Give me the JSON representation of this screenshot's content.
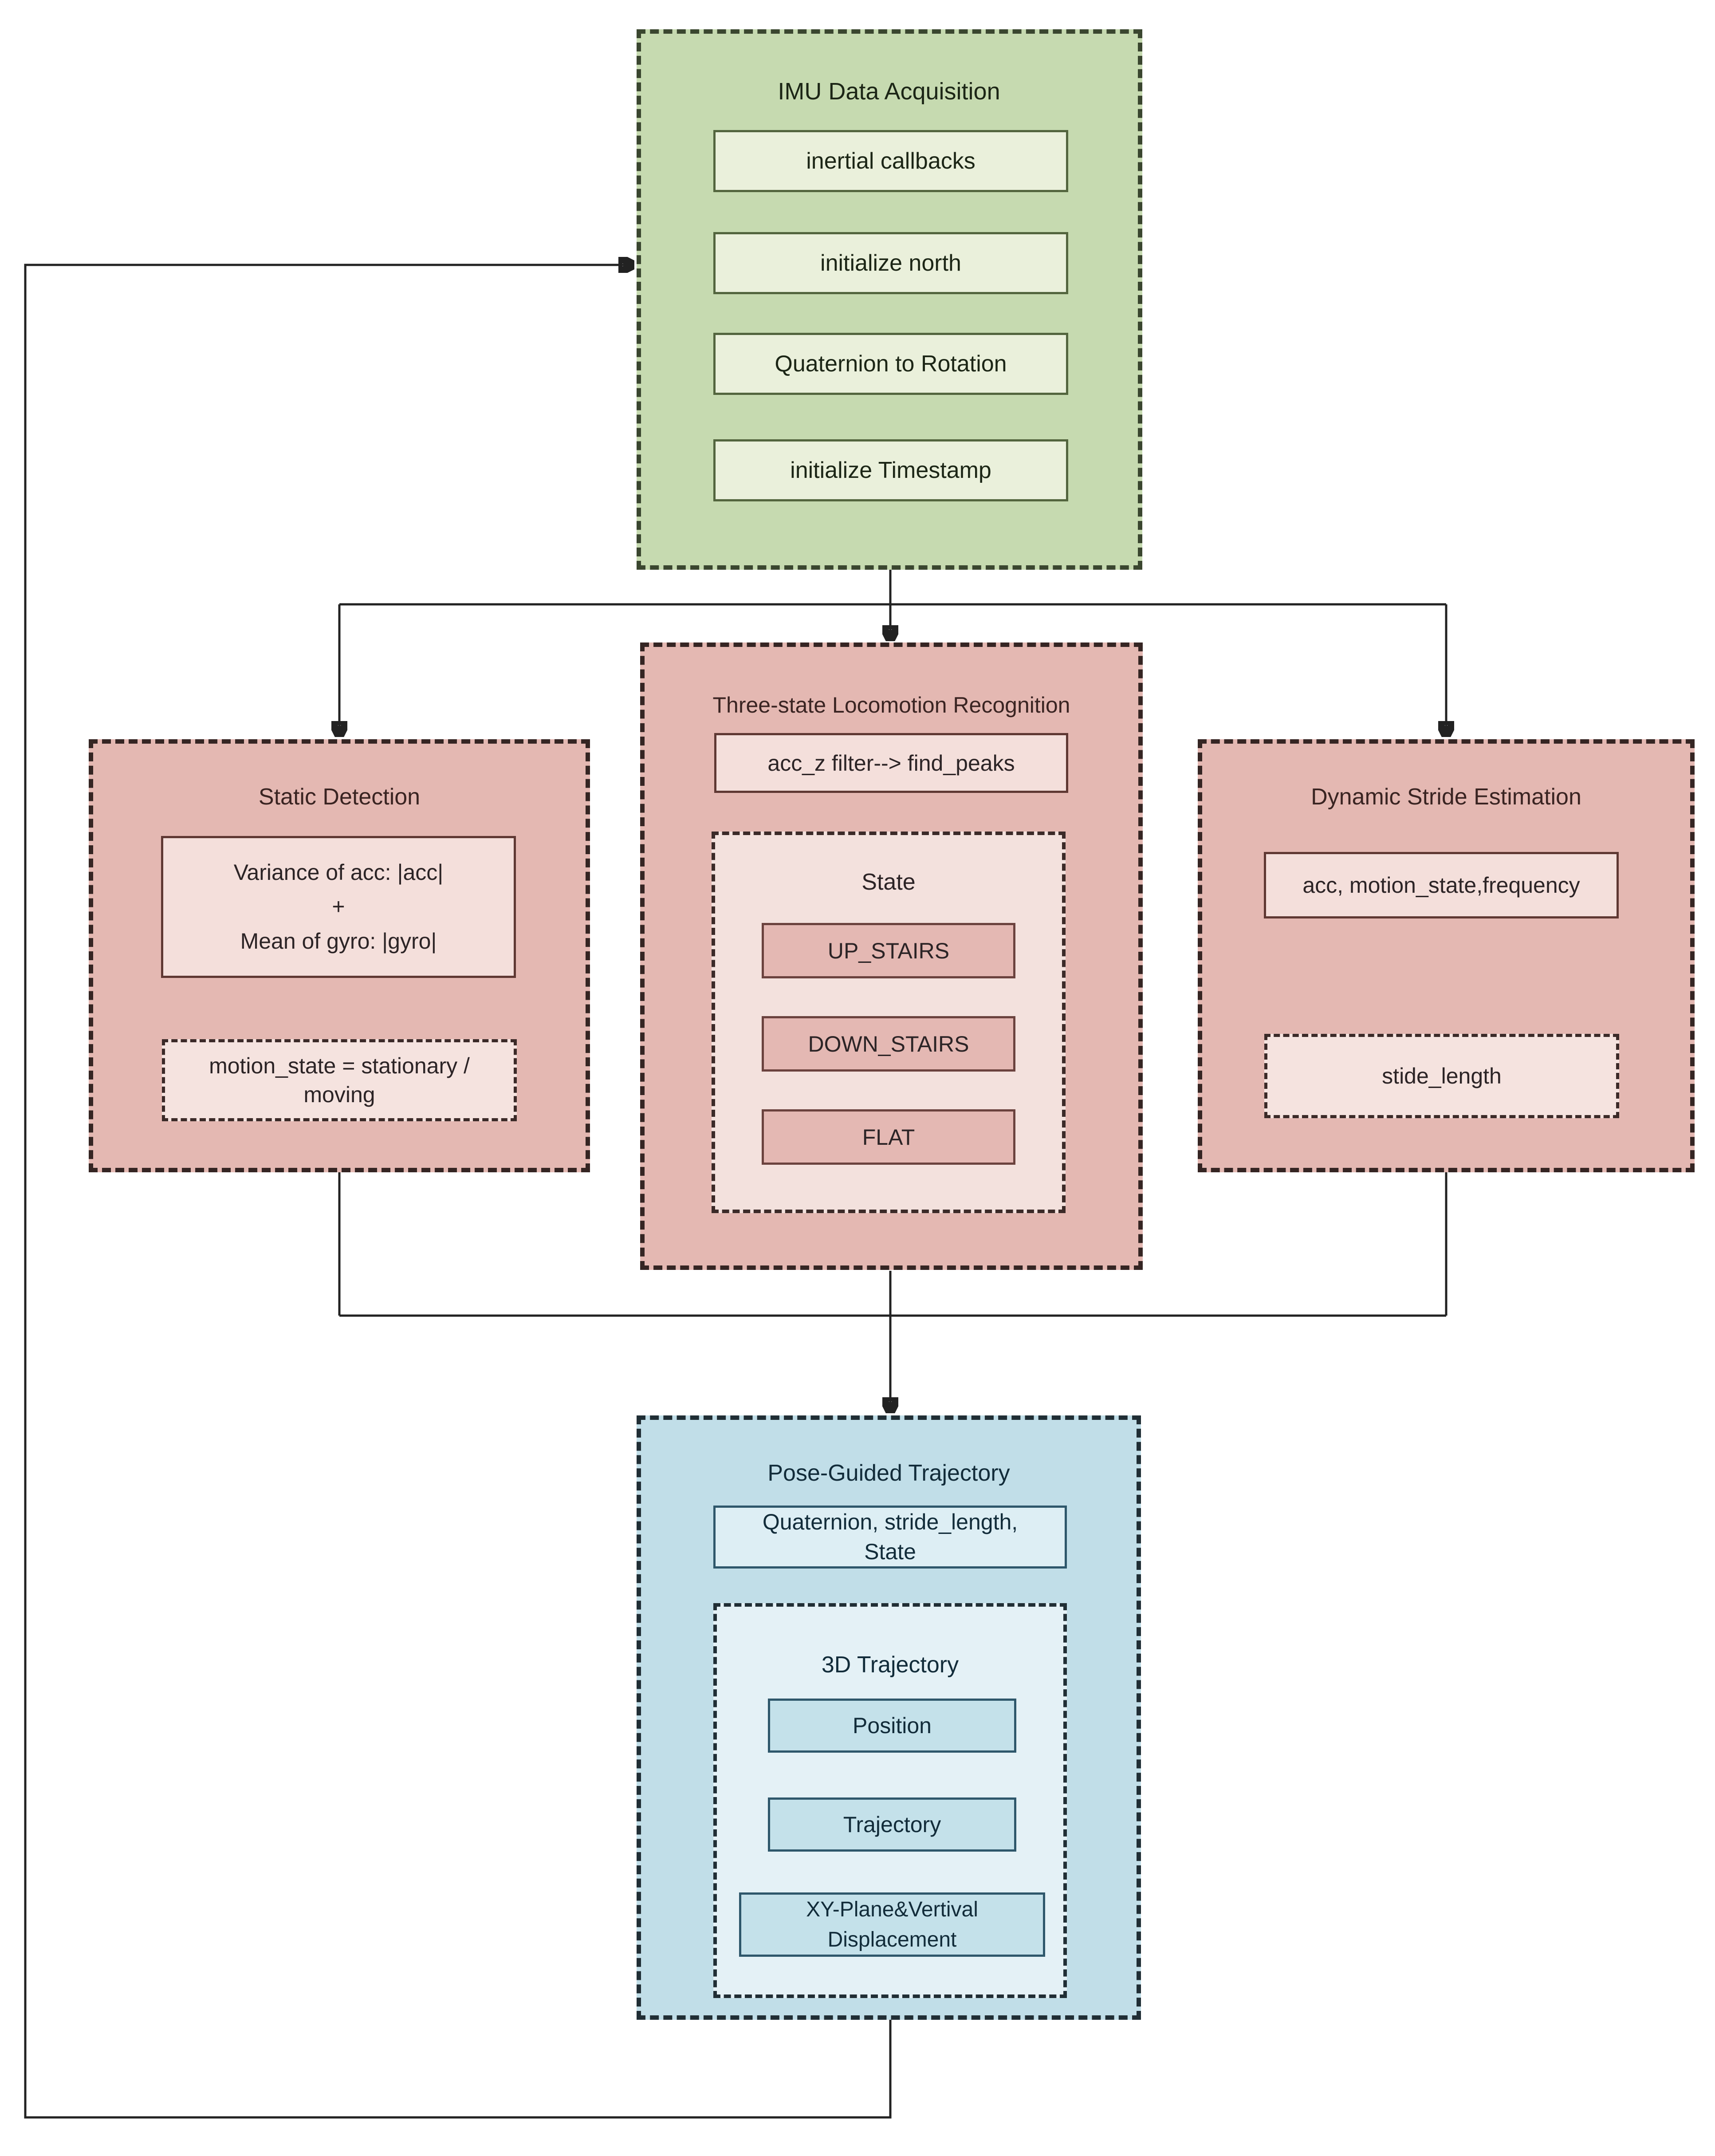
{
  "figure": {
    "type": "flowchart",
    "blocks": {
      "imu": {
        "title": "IMU Data Acquisition",
        "steps": [
          "inertial callbacks",
          "initialize north",
          "Quaternion to Rotation",
          "initialize Timestamp"
        ]
      },
      "static": {
        "title": "Static Detection",
        "input": "Variance of acc:  |acc|\n+\nMean of gyro: |gyro|",
        "output": "motion_state = stationary /\nmoving"
      },
      "locomotion": {
        "title": "Three-state Locomotion Recognition",
        "input": "acc_z filter--> find_peaks",
        "state_label": "State",
        "states": [
          "UP_STAIRS",
          "DOWN_STAIRS",
          "FLAT"
        ]
      },
      "stride": {
        "title": "Dynamic Stride Estimation",
        "input": "acc, motion_state,frequency",
        "output": "stide_length"
      },
      "pose": {
        "title": "Pose-Guided Trajectory",
        "input": "Quaternion, stride_length,\nState",
        "trajectory_label": "3D Trajectory",
        "outputs": [
          "Position",
          "Trajectory",
          "XY-Plane&Vertival\nDisplacement"
        ]
      }
    },
    "colors": {
      "green_fill": "#c6dab0",
      "green_step_fill": "#eaf0db",
      "green_border": "#3a462f",
      "pink_fill": "#e4b8b2",
      "pink_input_fill": "#f4dfdb",
      "pink_output_fill": "#f5e3df",
      "pink_border": "#352523",
      "blue_fill": "#c1dee8",
      "blue_input_fill": "#ddeef4",
      "blue_inner_fill": "#e4f1f6",
      "blue_border": "#202e35",
      "connector_line": "#222222"
    }
  }
}
